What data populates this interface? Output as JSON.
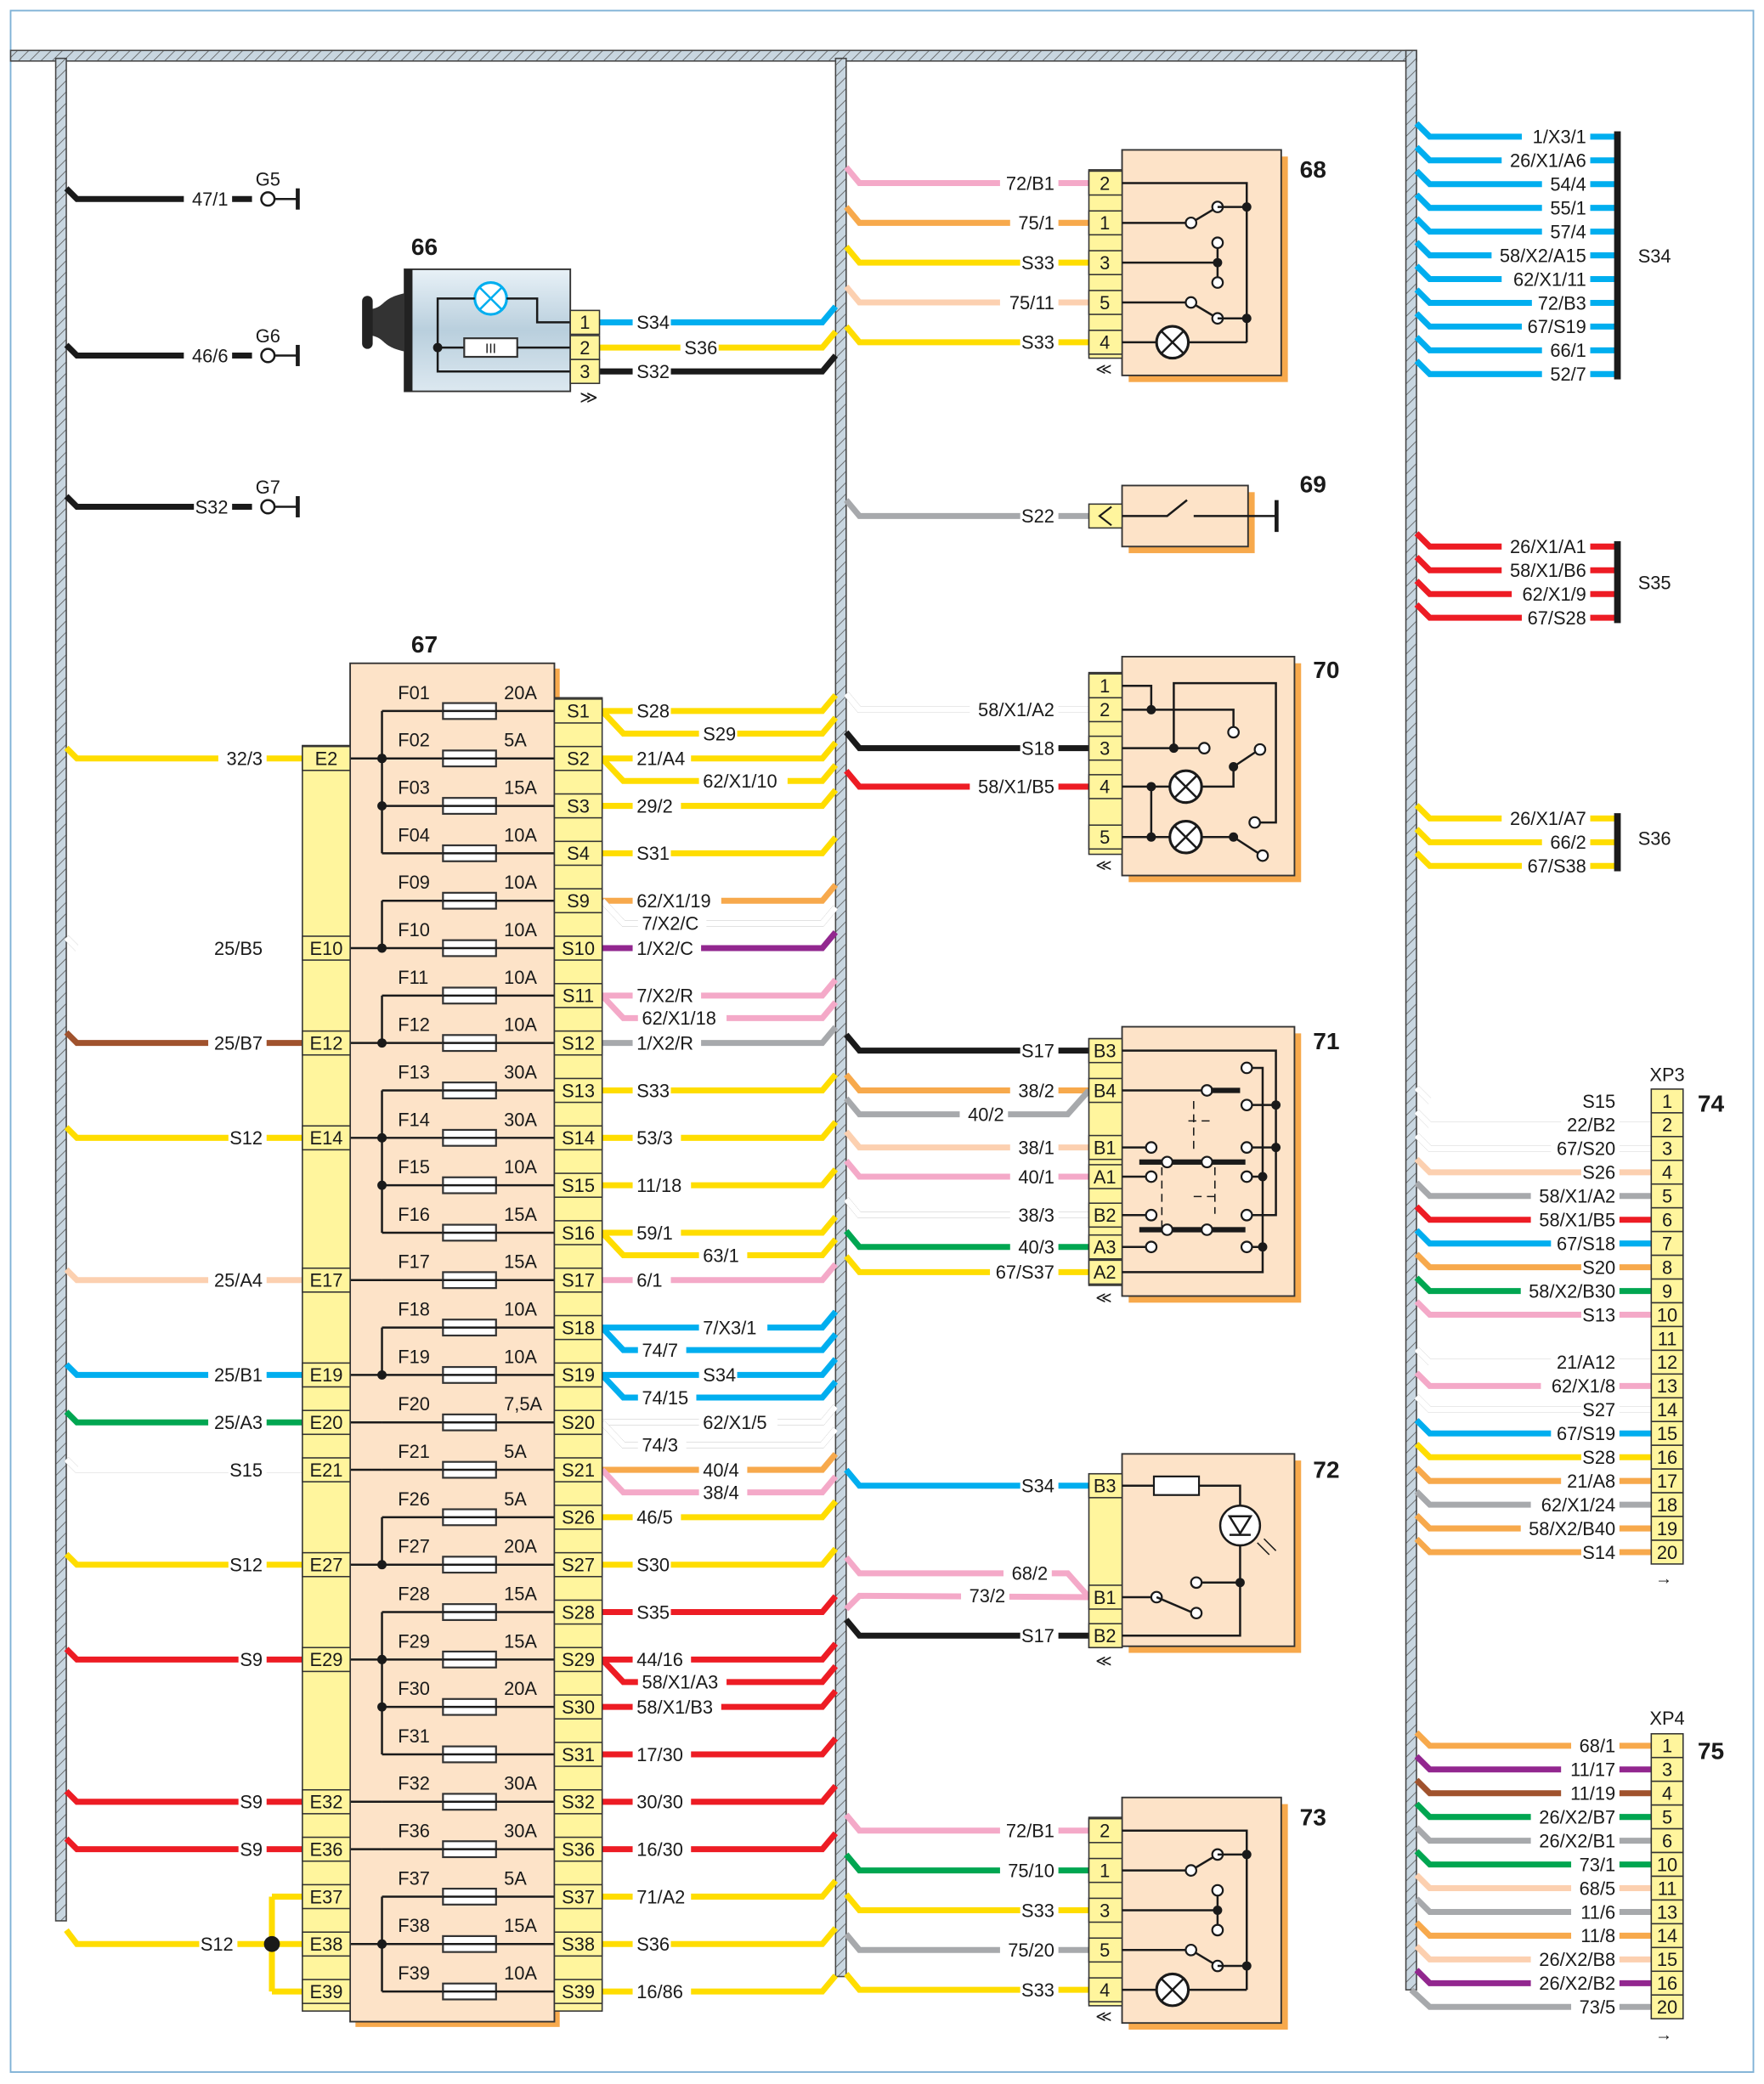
{
  "colors": {
    "black": "#1a1a1a",
    "yellow": "#ffdd00",
    "blue": "#00aeef",
    "red": "#ed1c24",
    "pink": "#f4a9c8",
    "orange": "#f7a94c",
    "peach": "#fcd0b0",
    "grey": "#a7a9ac",
    "green": "#00a651",
    "brown": "#a0522d",
    "violet": "#92278f",
    "white": "#ffffff",
    "component_fill": "#fde3c8",
    "component_shadow": "#f7a94c",
    "connector_fill": "#fff59d",
    "harness_fill": "#c8d6e0",
    "lamp_blue": "#00aeef",
    "frame": "#7fb2d6"
  },
  "grounds": [
    {
      "id": "G5",
      "wire": "47/1",
      "color": "black"
    },
    {
      "id": "G6",
      "wire": "46/6",
      "color": "black"
    },
    {
      "id": "G7",
      "wire": "S32",
      "color": "black"
    }
  ],
  "component_66": {
    "number": "66",
    "pins": [
      {
        "pin": "1",
        "wire": "S34",
        "color": "blue"
      },
      {
        "pin": "2",
        "wire": "S36",
        "color": "yellow"
      },
      {
        "pin": "3",
        "wire": "S32",
        "color": "black"
      }
    ]
  },
  "component_67": {
    "number": "67",
    "inputs": [
      {
        "pin": "E2",
        "wire": "32/3",
        "color": "yellow"
      },
      {
        "pin": "E10",
        "wire": "25/B5",
        "color": "white"
      },
      {
        "pin": "E12",
        "wire": "25/B7",
        "color": "brown"
      },
      {
        "pin": "E14",
        "wire": "S12",
        "color": "yellow"
      },
      {
        "pin": "E17",
        "wire": "25/A4",
        "color": "peach"
      },
      {
        "pin": "E19",
        "wire": "25/B1",
        "color": "blue"
      },
      {
        "pin": "E20",
        "wire": "25/A3",
        "color": "green"
      },
      {
        "pin": "E21",
        "wire": "S15",
        "color": "white"
      },
      {
        "pin": "E27",
        "wire": "S12",
        "color": "yellow"
      },
      {
        "pin": "E29",
        "wire": "S9",
        "color": "red"
      },
      {
        "pin": "E32",
        "wire": "S9",
        "color": "red"
      },
      {
        "pin": "E36",
        "wire": "S9",
        "color": "red"
      },
      {
        "pin": "E37",
        "wire": "",
        "color": "yellow"
      },
      {
        "pin": "E38",
        "wire": "S12",
        "color": "yellow"
      },
      {
        "pin": "E39",
        "wire": "",
        "color": "yellow"
      }
    ],
    "fuses": [
      {
        "id": "F01",
        "rating": "20A",
        "out": "S1"
      },
      {
        "id": "F02",
        "rating": "5A",
        "out": "S2"
      },
      {
        "id": "F03",
        "rating": "15A",
        "out": "S3"
      },
      {
        "id": "F04",
        "rating": "10A",
        "out": "S4"
      },
      {
        "id": "F09",
        "rating": "10A",
        "out": "S9"
      },
      {
        "id": "F10",
        "rating": "10A",
        "out": "S10"
      },
      {
        "id": "F11",
        "rating": "10A",
        "out": "S11"
      },
      {
        "id": "F12",
        "rating": "10A",
        "out": "S12"
      },
      {
        "id": "F13",
        "rating": "30A",
        "out": "S13"
      },
      {
        "id": "F14",
        "rating": "30A",
        "out": "S14"
      },
      {
        "id": "F15",
        "rating": "10A",
        "out": "S15"
      },
      {
        "id": "F16",
        "rating": "15A",
        "out": "S16"
      },
      {
        "id": "F17",
        "rating": "15A",
        "out": "S17"
      },
      {
        "id": "F18",
        "rating": "10A",
        "out": "S18"
      },
      {
        "id": "F19",
        "rating": "10A",
        "out": "S19"
      },
      {
        "id": "F20",
        "rating": "7,5A",
        "out": "S20"
      },
      {
        "id": "F21",
        "rating": "5A",
        "out": "S21"
      },
      {
        "id": "F26",
        "rating": "5A",
        "out": "S26"
      },
      {
        "id": "F27",
        "rating": "20A",
        "out": "S27"
      },
      {
        "id": "F28",
        "rating": "15A",
        "out": "S28"
      },
      {
        "id": "F29",
        "rating": "15A",
        "out": "S29"
      },
      {
        "id": "F30",
        "rating": "20A",
        "out": "S30"
      },
      {
        "id": "F31",
        "rating": "",
        "out": "S31"
      },
      {
        "id": "F32",
        "rating": "30A",
        "out": "S32"
      },
      {
        "id": "F36",
        "rating": "30A",
        "out": "S36"
      },
      {
        "id": "F37",
        "rating": "5A",
        "out": "S37"
      },
      {
        "id": "F38",
        "rating": "15A",
        "out": "S38"
      },
      {
        "id": "F39",
        "rating": "10A",
        "out": "S39"
      }
    ],
    "outputs": [
      {
        "pin": "S1",
        "wires": [
          {
            "wire": "S28",
            "color": "yellow"
          },
          {
            "wire": "S29",
            "color": "yellow"
          }
        ]
      },
      {
        "pin": "S2",
        "wires": [
          {
            "wire": "21/A4",
            "color": "yellow"
          },
          {
            "wire": "62/X1/10",
            "color": "yellow"
          }
        ]
      },
      {
        "pin": "S3",
        "wires": [
          {
            "wire": "29/2",
            "color": "yellow"
          }
        ]
      },
      {
        "pin": "S4",
        "wires": [
          {
            "wire": "S31",
            "color": "yellow"
          }
        ]
      },
      {
        "pin": "S9",
        "wires": [
          {
            "wire": "62/X1/19",
            "color": "orange"
          },
          {
            "wire": "7/X2/C",
            "color": "white"
          }
        ]
      },
      {
        "pin": "S10",
        "wires": [
          {
            "wire": "1/X2/C",
            "color": "violet"
          }
        ]
      },
      {
        "pin": "S11",
        "wires": [
          {
            "wire": "7/X2/R",
            "color": "pink"
          },
          {
            "wire": "62/X1/18",
            "color": "pink"
          }
        ]
      },
      {
        "pin": "S12",
        "wires": [
          {
            "wire": "1/X2/R",
            "color": "grey"
          }
        ]
      },
      {
        "pin": "S13",
        "wires": [
          {
            "wire": "S33",
            "color": "yellow"
          }
        ]
      },
      {
        "pin": "S14",
        "wires": [
          {
            "wire": "53/3",
            "color": "yellow"
          }
        ]
      },
      {
        "pin": "S15",
        "wires": [
          {
            "wire": "11/18",
            "color": "yellow"
          }
        ]
      },
      {
        "pin": "S16",
        "wires": [
          {
            "wire": "59/1",
            "color": "yellow"
          },
          {
            "wire": "63/1",
            "color": "yellow"
          }
        ]
      },
      {
        "pin": "S17",
        "wires": [
          {
            "wire": "6/1",
            "color": "pink"
          }
        ]
      },
      {
        "pin": "S18",
        "wires": [
          {
            "wire": "7/X3/1",
            "color": "blue"
          },
          {
            "wire": "74/7",
            "color": "blue"
          }
        ]
      },
      {
        "pin": "S19",
        "wires": [
          {
            "wire": "S34",
            "color": "blue"
          },
          {
            "wire": "74/15",
            "color": "blue"
          }
        ]
      },
      {
        "pin": "S20",
        "wires": [
          {
            "wire": "62/X1/5",
            "color": "white"
          },
          {
            "wire": "74/3",
            "color": "white"
          }
        ]
      },
      {
        "pin": "S21",
        "wires": [
          {
            "wire": "40/4",
            "color": "orange"
          },
          {
            "wire": "38/4",
            "color": "pink"
          }
        ]
      },
      {
        "pin": "S26",
        "wires": [
          {
            "wire": "46/5",
            "color": "yellow"
          }
        ]
      },
      {
        "pin": "S27",
        "wires": [
          {
            "wire": "S30",
            "color": "yellow"
          }
        ]
      },
      {
        "pin": "S28",
        "wires": [
          {
            "wire": "S35",
            "color": "red"
          }
        ]
      },
      {
        "pin": "S29",
        "wires": [
          {
            "wire": "44/16",
            "color": "red"
          },
          {
            "wire": "58/X1/A3",
            "color": "red"
          }
        ]
      },
      {
        "pin": "S30",
        "wires": [
          {
            "wire": "58/X1/B3",
            "color": "red"
          }
        ]
      },
      {
        "pin": "S31",
        "wires": [
          {
            "wire": "17/30",
            "color": "red"
          }
        ]
      },
      {
        "pin": "S32",
        "wires": [
          {
            "wire": "30/30",
            "color": "red"
          }
        ]
      },
      {
        "pin": "S36",
        "wires": [
          {
            "wire": "16/30",
            "color": "red"
          }
        ]
      },
      {
        "pin": "S37",
        "wires": [
          {
            "wire": "71/A2",
            "color": "yellow"
          }
        ]
      },
      {
        "pin": "S38",
        "wires": [
          {
            "wire": "S36",
            "color": "yellow"
          }
        ]
      },
      {
        "pin": "S39",
        "wires": [
          {
            "wire": "16/86",
            "color": "yellow"
          }
        ]
      }
    ]
  },
  "component_68": {
    "number": "68",
    "pins": [
      {
        "pin": "2",
        "wire": "72/B1",
        "color": "pink"
      },
      {
        "pin": "1",
        "wire": "75/1",
        "color": "orange"
      },
      {
        "pin": "3",
        "wire": "S33",
        "color": "yellow"
      },
      {
        "pin": "5",
        "wire": "75/11",
        "color": "peach"
      },
      {
        "pin": "4",
        "wire": "S33",
        "color": "yellow"
      }
    ]
  },
  "component_69": {
    "number": "69",
    "pins": [
      {
        "pin": "",
        "wire": "S22",
        "color": "grey"
      }
    ]
  },
  "component_70": {
    "number": "70",
    "pins": [
      {
        "pin": "1",
        "wire": "",
        "color": ""
      },
      {
        "pin": "2",
        "wire": "58/X1/A2",
        "color": "white"
      },
      {
        "pin": "3",
        "wire": "S18",
        "color": "black"
      },
      {
        "pin": "4",
        "wire": "58/X1/B5",
        "color": "red"
      },
      {
        "pin": "5",
        "wire": "",
        "color": ""
      }
    ]
  },
  "component_71": {
    "number": "71",
    "pins": [
      {
        "pin": "B3",
        "wire": "S17",
        "color": "black"
      },
      {
        "pin": "B4",
        "wire": "38/2",
        "color": "orange"
      },
      {
        "pin": "B4",
        "wire": "40/2",
        "color": "grey"
      },
      {
        "pin": "B1",
        "wire": "38/1",
        "color": "peach"
      },
      {
        "pin": "A1",
        "wire": "40/1",
        "color": "pink"
      },
      {
        "pin": "B2",
        "wire": "38/3",
        "color": "white"
      },
      {
        "pin": "A3",
        "wire": "40/3",
        "color": "green"
      },
      {
        "pin": "A2",
        "wire": "67/S37",
        "color": "yellow"
      }
    ]
  },
  "component_72": {
    "number": "72",
    "pins": [
      {
        "pin": "B3",
        "wire": "S34",
        "color": "blue"
      },
      {
        "pin": "B1",
        "wire": "68/2",
        "color": "pink"
      },
      {
        "pin": "B1",
        "wire": "73/2",
        "color": "pink"
      },
      {
        "pin": "B2",
        "wire": "S17",
        "color": "black"
      }
    ]
  },
  "component_73": {
    "number": "73",
    "pins": [
      {
        "pin": "2",
        "wire": "72/B1",
        "color": "pink"
      },
      {
        "pin": "1",
        "wire": "75/10",
        "color": "green"
      },
      {
        "pin": "3",
        "wire": "S33",
        "color": "yellow"
      },
      {
        "pin": "5",
        "wire": "75/20",
        "color": "grey"
      },
      {
        "pin": "4",
        "wire": "S33",
        "color": "yellow"
      }
    ]
  },
  "splice_S34": {
    "name": "S34",
    "wires": [
      "1/X3/1",
      "26/X1/A6",
      "54/4",
      "55/1",
      "57/4",
      "58/X2/A15",
      "62/X1/11",
      "72/B3",
      "67/S19",
      "66/1",
      "52/7"
    ],
    "color": "blue"
  },
  "splice_S35": {
    "name": "S35",
    "wires": [
      "26/X1/A1",
      "58/X1/B6",
      "62/X1/9",
      "67/S28"
    ],
    "color": "red"
  },
  "splice_S36": {
    "name": "S36",
    "wires": [
      "26/X1/A7",
      "66/2",
      "67/S38"
    ],
    "color": "yellow"
  },
  "component_74": {
    "number": "74",
    "connector": "XP3",
    "pins": [
      {
        "pin": "1",
        "wire": "S15",
        "color": "white"
      },
      {
        "pin": "2",
        "wire": "22/B2",
        "color": "white"
      },
      {
        "pin": "3",
        "wire": "67/S20",
        "color": "white"
      },
      {
        "pin": "4",
        "wire": "S26",
        "color": "peach"
      },
      {
        "pin": "5",
        "wire": "58/X1/A2",
        "color": "grey"
      },
      {
        "pin": "6",
        "wire": "58/X1/B5",
        "color": "red"
      },
      {
        "pin": "7",
        "wire": "67/S18",
        "color": "blue"
      },
      {
        "pin": "8",
        "wire": "S20",
        "color": "orange"
      },
      {
        "pin": "9",
        "wire": "58/X2/B30",
        "color": "green"
      },
      {
        "pin": "10",
        "wire": "S13",
        "color": "pink"
      },
      {
        "pin": "11",
        "wire": "",
        "color": ""
      },
      {
        "pin": "12",
        "wire": "21/A12",
        "color": "white"
      },
      {
        "pin": "13",
        "wire": "62/X1/8",
        "color": "pink"
      },
      {
        "pin": "14",
        "wire": "S27",
        "color": "white"
      },
      {
        "pin": "15",
        "wire": "67/S19",
        "color": "blue"
      },
      {
        "pin": "16",
        "wire": "S28",
        "color": "yellow"
      },
      {
        "pin": "17",
        "wire": "21/A8",
        "color": "orange"
      },
      {
        "pin": "18",
        "wire": "62/X1/24",
        "color": "grey"
      },
      {
        "pin": "19",
        "wire": "58/X2/B40",
        "color": "orange"
      },
      {
        "pin": "20",
        "wire": "S14",
        "color": "orange"
      }
    ]
  },
  "component_75": {
    "number": "75",
    "connector": "XP4",
    "pins": [
      {
        "pin": "1",
        "wire": "68/1",
        "color": "orange"
      },
      {
        "pin": "3",
        "wire": "11/17",
        "color": "violet"
      },
      {
        "pin": "4",
        "wire": "11/19",
        "color": "brown"
      },
      {
        "pin": "5",
        "wire": "26/X2/B7",
        "color": "green"
      },
      {
        "pin": "6",
        "wire": "26/X2/B1",
        "color": "grey"
      },
      {
        "pin": "10",
        "wire": "73/1",
        "color": "green"
      },
      {
        "pin": "11",
        "wire": "68/5",
        "color": "peach"
      },
      {
        "pin": "13",
        "wire": "11/6",
        "color": "grey"
      },
      {
        "pin": "14",
        "wire": "11/8",
        "color": "orange"
      },
      {
        "pin": "15",
        "wire": "26/X2/B8",
        "color": "peach"
      },
      {
        "pin": "16",
        "wire": "26/X2/B2",
        "color": "violet"
      },
      {
        "pin": "20",
        "wire": "73/5",
        "color": "grey"
      }
    ]
  }
}
